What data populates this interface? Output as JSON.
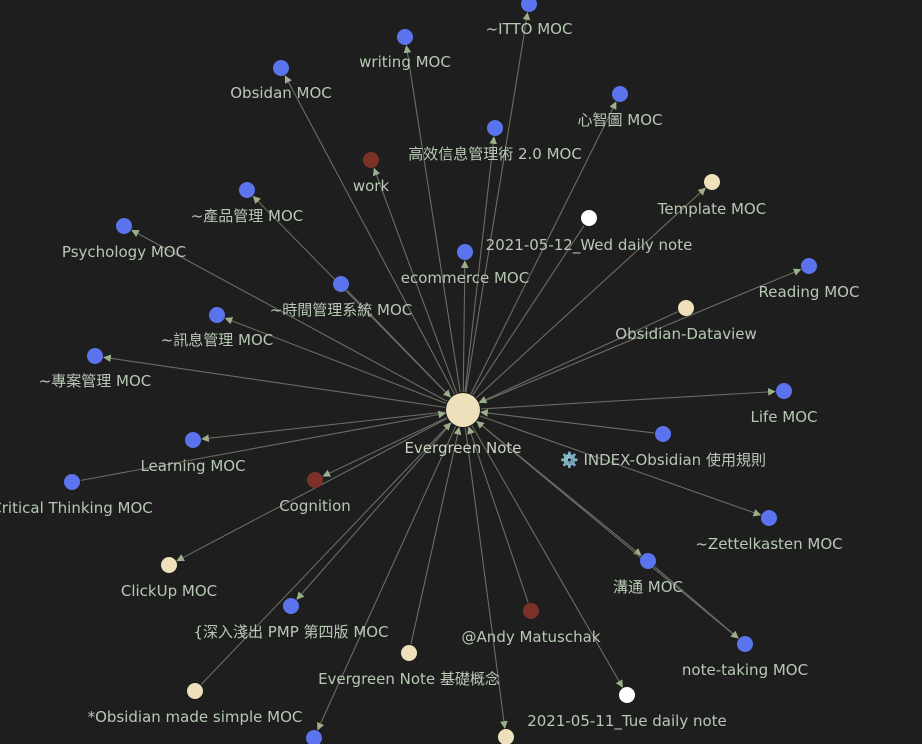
{
  "graph": {
    "colors": {
      "background": "#1e1e1e",
      "edge": "#6c6c66",
      "arrow": "#9ab08a",
      "label": "#b7c9b4",
      "center_label": "#c7d4c2",
      "moc": "#5b74ee",
      "note": "#ede0bb",
      "person": "#7c3128",
      "daily": "#ffffff"
    },
    "center": {
      "id": "evergreen-note",
      "label": "Evergreen Note",
      "kind": "note"
    },
    "nodes": [
      {
        "id": "itto-moc",
        "label": "~ITTO MOC",
        "kind": "moc",
        "direction": "out"
      },
      {
        "id": "writing-moc",
        "label": "writing MOC",
        "kind": "moc",
        "direction": "out"
      },
      {
        "id": "obsidan-moc",
        "label": "Obsidan MOC",
        "kind": "moc",
        "direction": "out"
      },
      {
        "id": "mindmap-moc",
        "label": "心智圖 MOC",
        "kind": "moc",
        "direction": "out"
      },
      {
        "id": "info-mgmt-moc",
        "label": "高效信息管理術 2.0 MOC",
        "kind": "moc",
        "direction": "out"
      },
      {
        "id": "work",
        "label": "work",
        "kind": "person",
        "direction": "out"
      },
      {
        "id": "product-mgmt-moc",
        "label": "~產品管理 MOC",
        "kind": "moc",
        "direction": "out"
      },
      {
        "id": "template-moc",
        "label": "Template MOC",
        "kind": "note",
        "direction": "out"
      },
      {
        "id": "daily-0512",
        "label": "2021-05-12_Wed daily note",
        "kind": "daily",
        "direction": "none"
      },
      {
        "id": "psychology-moc",
        "label": "Psychology MOC",
        "kind": "moc",
        "direction": "out"
      },
      {
        "id": "ecommerce-moc",
        "label": "ecommerce MOC",
        "kind": "moc",
        "direction": "out"
      },
      {
        "id": "reading-moc",
        "label": "Reading MOC",
        "kind": "moc",
        "direction": "out"
      },
      {
        "id": "time-mgmt-moc",
        "label": "~時間管理系統 MOC",
        "kind": "moc",
        "direction": "in"
      },
      {
        "id": "obsidian-dataview",
        "label": "Obsidian-Dataview",
        "kind": "note",
        "direction": "in"
      },
      {
        "id": "message-mgmt-moc",
        "label": "~訊息管理 MOC",
        "kind": "moc",
        "direction": "out"
      },
      {
        "id": "project-mgmt-moc",
        "label": "~專案管理 MOC",
        "kind": "moc",
        "direction": "out"
      },
      {
        "id": "life-moc",
        "label": "Life MOC",
        "kind": "moc",
        "direction": "out"
      },
      {
        "id": "index-obsidian",
        "label": "⚙️ INDEX-Obsidian 使用規則",
        "kind": "moc",
        "direction": "in"
      },
      {
        "id": "learning-moc",
        "label": "Learning MOC",
        "kind": "moc",
        "direction": "out"
      },
      {
        "id": "critical-thinking-moc",
        "label": "Critical Thinking MOC",
        "kind": "moc",
        "direction": "in"
      },
      {
        "id": "cognition",
        "label": "Cognition",
        "kind": "person",
        "direction": "out"
      },
      {
        "id": "zettelkasten-moc",
        "label": "~Zettelkasten MOC",
        "kind": "moc",
        "direction": "out"
      },
      {
        "id": "communication-moc",
        "label": "溝通 MOC",
        "kind": "moc",
        "direction": "out"
      },
      {
        "id": "clickup-moc",
        "label": "ClickUp MOC",
        "kind": "note",
        "direction": "out"
      },
      {
        "id": "pmp-moc",
        "label": "{深入淺出 PMP 第四版 MOC",
        "kind": "moc",
        "direction": "out"
      },
      {
        "id": "andy-matuschak",
        "label": "@Andy Matuschak",
        "kind": "person",
        "direction": "in"
      },
      {
        "id": "evergreen-basics",
        "label": "Evergreen Note 基礎概念",
        "kind": "note",
        "direction": "in"
      },
      {
        "id": "note-taking-moc",
        "label": "note-taking MOC",
        "kind": "moc",
        "direction": "in"
      },
      {
        "id": "obsidian-made-simple-moc",
        "label": "*Obsidian made simple MOC",
        "kind": "note",
        "direction": "in"
      },
      {
        "id": "bottom-moc",
        "label": "",
        "kind": "moc",
        "direction": "out"
      },
      {
        "id": "daily-0511",
        "label": "2021-05-11_Tue daily note",
        "kind": "daily",
        "direction": "out"
      },
      {
        "id": "bottom-note",
        "label": "",
        "kind": "note",
        "direction": "out"
      }
    ],
    "extra_edges": [
      {
        "from": "evergreen-note",
        "to": "note-taking-moc",
        "via": "communication-moc"
      }
    ]
  }
}
